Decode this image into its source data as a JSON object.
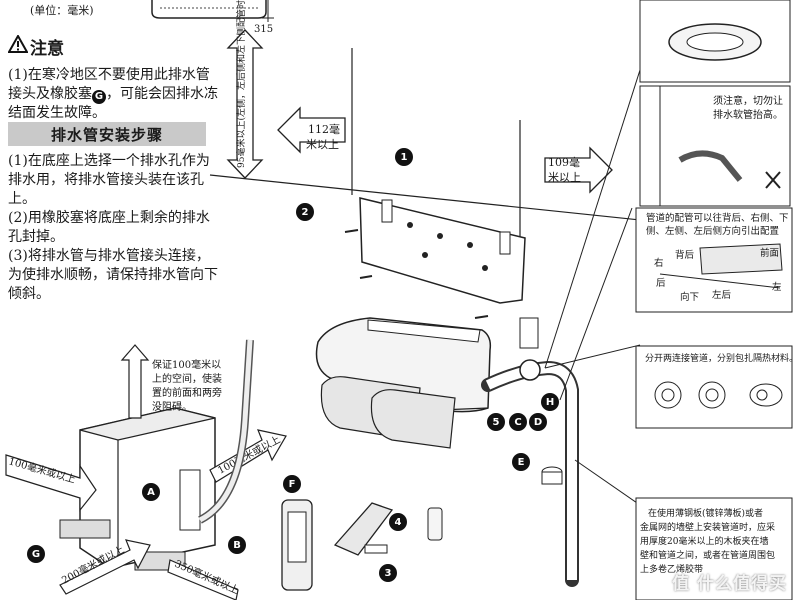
{
  "header": {
    "unit_label": "(单位：毫米)",
    "dimension_315": "315"
  },
  "caution": {
    "icon": "warning-triangle-icon",
    "title": "注意",
    "text": "(1)在寒冷地区不要使用此排水管接头及橡胶塞",
    "callout": "G",
    "text_after": "，可能会因排水冻结面发生故障。"
  },
  "steps": {
    "heading": "排水管安装步骤",
    "items": [
      "(1)在底座上选择一个排水孔作为排水用，将排水管接头装在该孔上。",
      "(2)用橡胶塞将底座上剩余的排水孔封掉。",
      "(3)将排水管与排水管接头连接，为使排水顺畅，请保持排水管向下倾斜。"
    ]
  },
  "dimensions": {
    "vertical_note": "95毫米以上(左侧，左后侧和左下侧配管时要有该毫米以上的空间便于施工)",
    "left_112": [
      "112毫",
      "米以上"
    ],
    "right_109": [
      "109毫",
      "米以上"
    ],
    "outdoor_space": [
      "保证100毫米以",
      "上的空间，使装",
      "置的前面和两旁",
      "没阻碍。"
    ],
    "left_100": "100毫米或以上",
    "right_100": "100毫米或以上",
    "bottom_200": "200毫米或以上",
    "bottom_350": "350毫米或以上"
  },
  "callouts": {
    "c1": "1",
    "c2": "2",
    "c3": "3",
    "c4": "4",
    "c5": "5",
    "A": "A",
    "B": "B",
    "C": "C",
    "D": "D",
    "E": "E",
    "F": "F",
    "G": "G",
    "H": "H"
  },
  "detail_boxes": {
    "hose_note": [
      "须注意，切勿让",
      "排水软管抬高。"
    ],
    "piping": {
      "title": [
        "管道的配管可以往背后、右侧、下",
        "侧、左侧、左后侧方向引出配置"
      ],
      "labels": {
        "back": "背后",
        "front": "前面",
        "right": "右",
        "rear": "后",
        "down": "向下",
        "left_rear": "左后",
        "left": "左"
      }
    },
    "insulation": "分开两连接管道，分别包扎隔热材料。",
    "metal_wall": [
      "在使用薄钢板(镀锌薄板)或者",
      "金属网的墙壁上安装管道时，应采",
      "用厚度20毫米以上的木板夹在墙",
      "壁和管道之间，或者在管道周围包",
      "上多卷乙烯胶带"
    ]
  },
  "watermark": "值 什么值得买"
}
